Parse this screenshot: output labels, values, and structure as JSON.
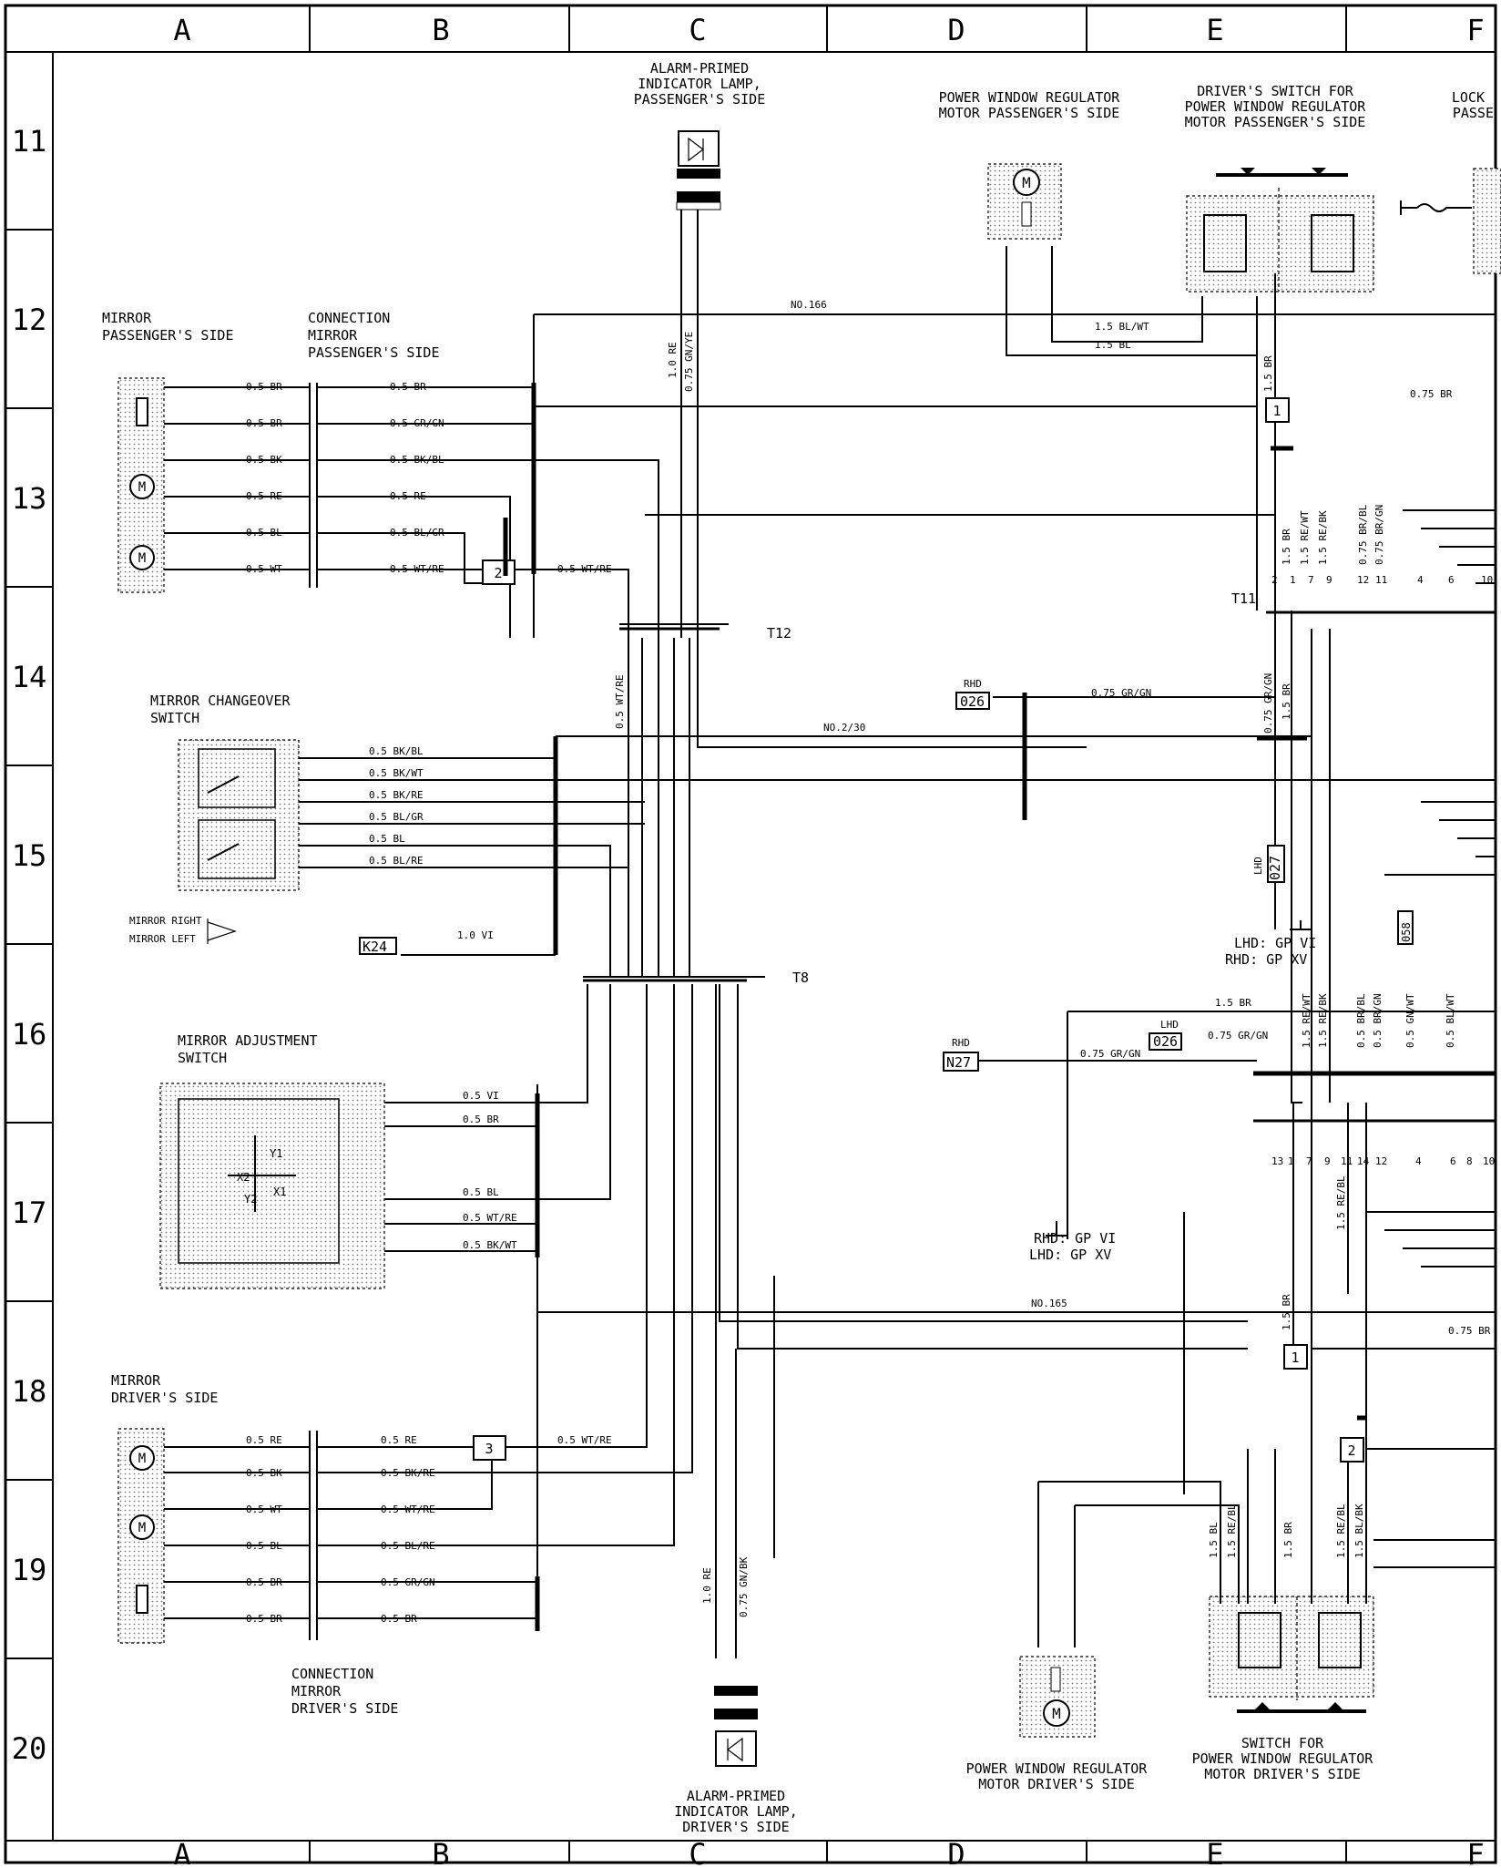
{
  "grid": {
    "columns": [
      "A",
      "B",
      "C",
      "D",
      "E",
      "F"
    ],
    "rows": [
      "11",
      "12",
      "13",
      "14",
      "15",
      "16",
      "17",
      "18",
      "19",
      "20"
    ]
  },
  "components": {
    "alarm_lamp_passenger": [
      "ALARM-PRIMED",
      "INDICATOR LAMP,",
      "PASSENGER'S SIDE"
    ],
    "alarm_lamp_driver": [
      "ALARM-PRIMED",
      "INDICATOR LAMP,",
      "DRIVER'S SIDE"
    ],
    "pw_motor_passenger": [
      "POWER WINDOW REGULATOR",
      "MOTOR PASSENGER'S SIDE"
    ],
    "driver_switch_pw_passenger": [
      "DRIVER'S SWITCH FOR",
      "POWER WINDOW REGULATOR",
      "MOTOR PASSENGER'S SIDE"
    ],
    "lock_passenger": [
      "LOCK",
      "PASSE"
    ],
    "mirror_passenger": [
      "MIRROR",
      "PASSENGER'S SIDE"
    ],
    "conn_mirror_passenger": [
      "CONNECTION",
      "MIRROR",
      "PASSENGER'S SIDE"
    ],
    "mirror_changeover": [
      "MIRROR CHANGEOVER",
      "SWITCH"
    ],
    "mirror_right_left": [
      "MIRROR RIGHT",
      "MIRROR LEFT"
    ],
    "mirror_adjust": [
      "MIRROR ADJUSTMENT",
      "SWITCH"
    ],
    "mirror_driver": [
      "MIRROR",
      "DRIVER'S SIDE"
    ],
    "conn_mirror_driver": [
      "CONNECTION",
      "MIRROR",
      "DRIVER'S SIDE"
    ],
    "pw_motor_driver": [
      "POWER WINDOW REGULATOR",
      "MOTOR DRIVER'S SIDE"
    ],
    "switch_pw_driver": [
      "SWITCH FOR",
      "POWER WINDOW REGULATOR",
      "MOTOR DRIVER'S SIDE"
    ]
  },
  "connectors": {
    "t12": "T12",
    "t11": "T11",
    "t8": "T8",
    "k24": "K24",
    "n27": "N27",
    "o26a": "026",
    "o26b": "026",
    "o27": "027",
    "o58": "058",
    "rhd1": "RHD",
    "rhd2": "RHD",
    "lhd1": "LHD",
    "lhd2": "LHD",
    "ground_top": [
      "LHD: GP VI",
      "RHD: GP XV"
    ],
    "ground_bottom": [
      "RHD: GP VI",
      "LHD: GP XV"
    ],
    "splice_1a": "1",
    "splice_1b": "1",
    "splice_2a": "2",
    "splice_2b": "2",
    "splice_3": "3"
  },
  "wires": {
    "no166": "NO.166",
    "no2_30": "NO.2/30",
    "no165": "NO.165",
    "p_br1": "0.5 BR",
    "p_br2": "0.5 BR",
    "p_bk": "0.5 BK",
    "p_re": "0.5 RE",
    "p_bl": "0.5 BL",
    "p_wt": "0.5 WT",
    "c_br": "0.5 BR",
    "c_grgn": "0.5 GR/GN",
    "c_bkbl": "0.5 BK/BL",
    "c_re": "0.5 RE",
    "c_blgr": "0.5 BL/GR",
    "c_wtre": "0.5 WT/RE",
    "splice2_out": "0.5 WT/RE",
    "cs_bkbl": "0.5 BK/BL",
    "cs_bkwt": "0.5 BK/WT",
    "cs_bkre": "0.5 BK/RE",
    "cs_blgr": "0.5 BL/GR",
    "cs_bl": "0.5 BL",
    "cs_blre": "0.5 BL/RE",
    "k24_vi": "1.0 VI",
    "as_vi": "0.5 VI",
    "as_br": "0.5 BR",
    "as_bl": "0.5 BL",
    "as_wtre": "0.5 WT/RE",
    "as_bkwt": "0.5 BK/WT",
    "d_re": "0.5 RE",
    "d_bk": "0.5 BK",
    "d_wt": "0.5 WT",
    "d_bl": "0.5 BL",
    "d_br1": "0.5 BR",
    "d_br2": "0.5 BR",
    "dc_re": "0.5 RE",
    "dc_bkre": "0.5 BK/RE",
    "dc_wtre": "0.5 WT/RE",
    "dc_blre": "0.5 BL/RE",
    "dc_grgn": "0.5 GR/GN",
    "dc_br": "0.5 BR",
    "splice3_out": "0.5 WT/RE",
    "v_10re_top": "1.0 RE",
    "v_075gnye": "0.75 GN/YE",
    "v_05wtre": "0.5 WT/RE",
    "v_10re_bot": "1.0 RE",
    "v_075gnbk": "0.75 GN/BK",
    "e_15blwt": "1.5 BL/WT",
    "e_15bl": "1.5 BL",
    "e_15br": "1.5 BR",
    "e_075br_top": "0.75 BR",
    "o26_grgn": "0.75 GR/GN",
    "v_075grgn": "0.75 GR/GN",
    "v_15br": "1.5 BR",
    "t11_15br": "1.5 BR",
    "t11_15rewt": "1.5 RE/WT",
    "t11_15rebk": "1.5 RE/BK",
    "t11_075brbl": "0.75 BR/BL",
    "t11_075brgn": "0.75 BR/GN",
    "t11_pins": [
      "2",
      "1",
      "7",
      "9",
      "12",
      "11",
      "4",
      "6",
      "10"
    ],
    "mid_15br": "1.5 BR",
    "lhd_grgn": "0.75 GR/GN",
    "n27_grgn": "0.75 GR/GN",
    "m_15rewt": "1.5 RE/WT",
    "m_15rebk": "1.5 RE/BK",
    "m_05brbl": "0.5 BR/BL",
    "m_05brgn": "0.5 BR/GN",
    "m_05gnwt": "0.5 GN/WT",
    "m_05blwt": "0.5 BL/WT",
    "bot_pins": [
      "13",
      "1",
      "7",
      "9",
      "11",
      "14",
      "12",
      "4",
      "6",
      "8",
      "10"
    ],
    "b_15rebl": "1.5 RE/BL",
    "b_15br": "1.5 BR",
    "b_075br": "0.75 BR",
    "s_15bl": "1.5 BL",
    "s_15rebl": "1.5 RE/BL",
    "s_15br": "1.5 BR",
    "s_15rebl2": "1.5 RE/BL",
    "s_15blbk": "1.5 BL/BK"
  }
}
